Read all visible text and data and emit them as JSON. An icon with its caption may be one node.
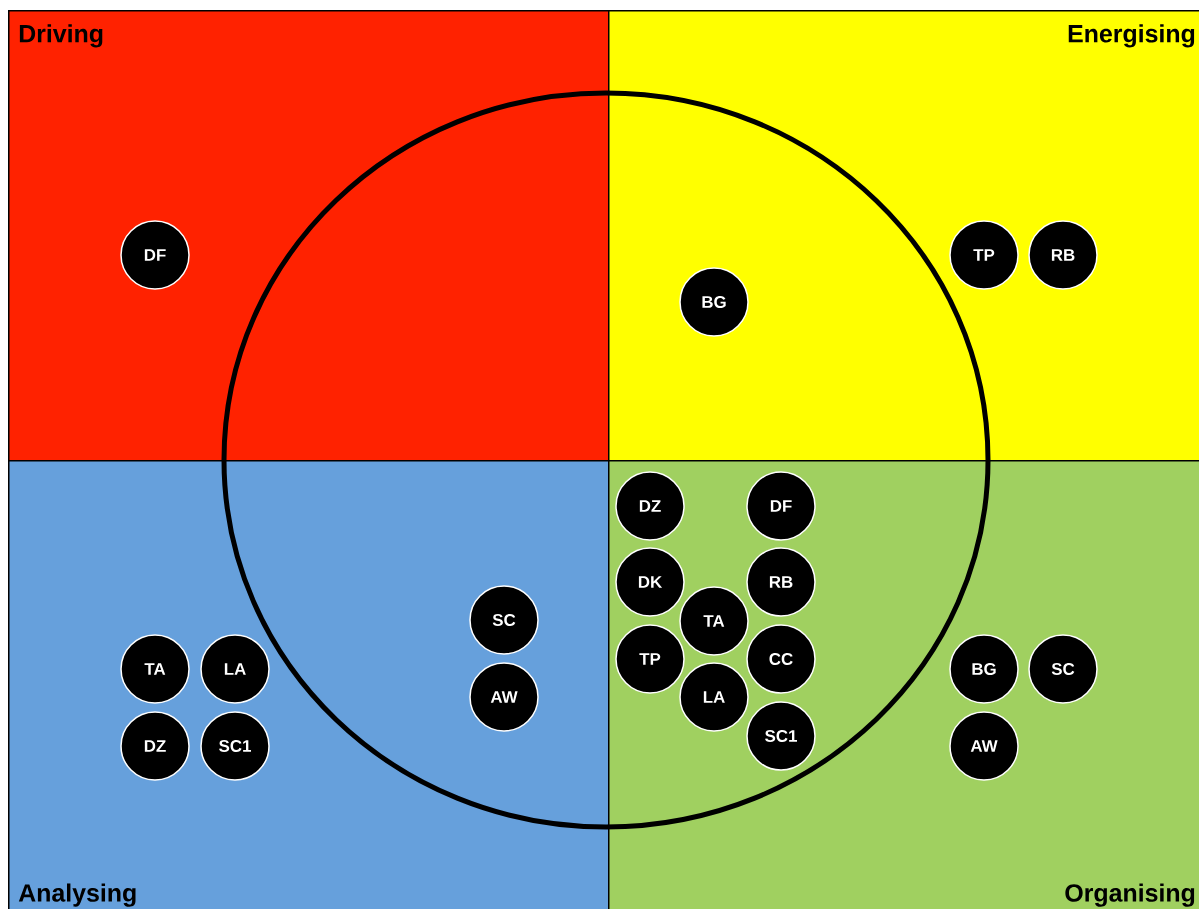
{
  "diagram": {
    "nodes": [
      {
        "text": [
          "Driving"
        ]
      },
      {
        "text": [
          "DF"
        ],
        "in": 0
      },
      {
        "text": [
          "Energising"
        ]
      },
      {
        "text": [
          "BG"
        ],
        "in": 2
      },
      {
        "text": [
          "TP"
        ],
        "in": 2
      },
      {
        "text": [
          "RB"
        ],
        "in": 2
      },
      {
        "text": [
          "Analysing"
        ]
      },
      {
        "text": [
          "SC"
        ],
        "in": 6
      },
      {
        "text": [
          "TA"
        ],
        "in": 6
      },
      {
        "text": [
          "LA"
        ],
        "in": 6
      },
      {
        "text": [
          "AW"
        ],
        "in": 6
      },
      {
        "text": [
          "DZ"
        ],
        "in": 6
      },
      {
        "text": [
          "SC1"
        ],
        "in": 6
      },
      {
        "text": [
          "Organising"
        ]
      },
      {
        "text": [
          "DZ"
        ],
        "in": 13
      },
      {
        "text": [
          "DF"
        ],
        "in": 13
      },
      {
        "text": [
          "DK"
        ],
        "in": 13
      },
      {
        "text": [
          "RB"
        ],
        "in": 13
      },
      {
        "text": [
          "TA"
        ],
        "in": 13
      },
      {
        "text": [
          "TP"
        ],
        "in": 13
      },
      {
        "text": [
          "CC"
        ],
        "in": 13
      },
      {
        "text": [
          "BG"
        ],
        "in": 13
      },
      {
        "text": [
          "SC"
        ],
        "in": 13
      },
      {
        "text": [
          "LA"
        ],
        "in": 13
      },
      {
        "text": [
          "SC1"
        ],
        "in": 13
      },
      {
        "text": [
          "AW"
        ],
        "in": 13
      }
    ]
  }
}
